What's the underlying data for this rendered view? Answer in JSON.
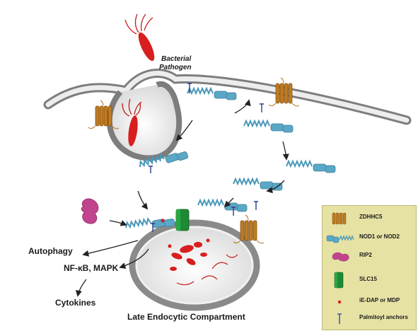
{
  "labels": {
    "pathogen_line1": "Bacterial",
    "pathogen_line2": "Pathogen",
    "autophagy": "Autophagy",
    "nfkb": "NF-κB, MAPK",
    "cytokines": "Cytokines",
    "compartment": "Late Endocytic Compartment"
  },
  "legend": [
    {
      "icon": "zdhhc5-icon",
      "label": "ZDHHC5"
    },
    {
      "icon": "nod-protein-icon",
      "label": "NOD1 or NOD2"
    },
    {
      "icon": "rip2-icon",
      "label": "RIP2"
    },
    {
      "icon": "slc15-icon",
      "label": "SLC15"
    },
    {
      "icon": "ligand-dot-icon",
      "label": "iE-DAP or MDP"
    },
    {
      "icon": "palmitoyl-anchor-icon",
      "label": "Palmitoyl anchors"
    }
  ],
  "colors": {
    "membrane": "#8a8a8a",
    "membrane_fill": "#e2e2e2",
    "pathogen": "#d81e1e",
    "nod": "#5aa7c6",
    "zdhhc5": "#b8741f",
    "rip2": "#c2448e",
    "slc15": "#1f8a35",
    "legend_bg": "#e6e2a4"
  }
}
